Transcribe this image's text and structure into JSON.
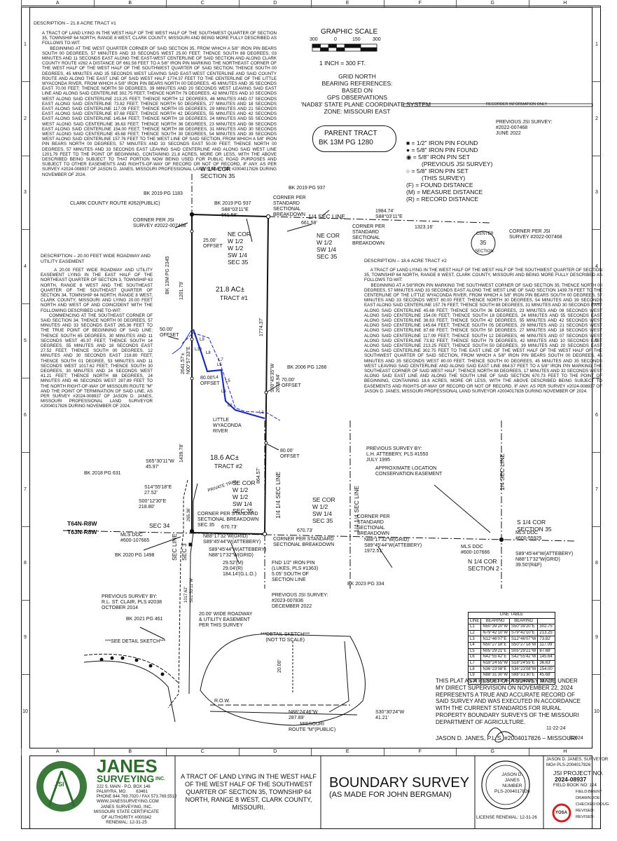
{
  "grid": {
    "cols": [
      "A",
      "B",
      "C",
      "D",
      "E",
      "F",
      "G",
      "H"
    ],
    "rows": [
      "1",
      "2",
      "3",
      "4",
      "5",
      "6",
      "7",
      "8",
      "9",
      "10"
    ]
  },
  "desc1": {
    "title": "DESCRIPTION – 21.8 ACRE TRACT #1",
    "body": "A TRACT OF LAND LYING IN THE WEST HALF OF THE WEST HALF OF THE SOUTHWEST QUARTER OF SECTION 35, TOWNSHIP 64 NORTH, RANGE 8 WEST, CLARK COUNTY, MISSOURI AND BEING MORE FULLY DESCRIBED AS FOLLOWS TO-WIT:\n     BEGINNING AT THE WEST QUARTER CORNER OF SAID SECTION 35, FROM WHICH A 5/8\" IRON PIN BEARS SOUTH 00 DEGREES, 57 MINUTES AND 33 SECONDS WEST 25.00 FEET; THENCE SOUTH 88 DEGREES, 03 MINUTES AND 11 SECONDS EAST ALONG THE EAST-WEST CENTERLINE OF SAID SECTION AND ALONG CLARK COUNTY ROUTE #262 A DISTANCE OF 661.58 FEET TO A 5/8\" IRON PIN MARKING THE NORTHEAST CORNER OF THE WEST HALF OF THE WEST HALF OF THE SOUTHWEST QUARTER OF SAID SECTION; THENCE SOUTH 00 DEGREES, 45 MINUTES AND 35 SECONDS WEST LEAVING SAID EAST-WEST CENTERLINE AND SAID COUNTY ROUTE AND ALONG THE EAST LINE OF SAID WEST HALF 1774.37 FEET TO THE CENTERLINE OF THE LITTLE WYACONDA RIVER, FROM WHICH A 5/8\" IRON PIN BEARS NORTH 00 DEGREES, 45 MINUTES AND 35 SECONDS EAST 70.00 FEET; THENCE NORTH 50 DEGREES, 39 MINUTES AND 20 SECONDS WEST LEAVING SAID EAST LINE AND ALONG SAID CENTERLINE 302.75 FEET; THENCE NORTH 79 DEGREES, 42 MINUTES AND 10 SECONDS WEST ALONG SAID CENTERLINE 213.25 FEET; THENCE NORTH 12 DEGREES, 46 MINUTES AND 07 SECONDS EAST ALONG SAID CENTERLINE 73.82 FEET; THENCE NORTH 50 DEGREES, 27 MINUTES AND 18 SECONDS EAST ALONG SAID CENTERLINE 117.09 FEET; THENCE NORTH 05 DEGREES, 29 MINUTES AND 21 SECONDS EAST ALONG SAID CENTERLINE 87.68 FEET; THENCE NORTH 42 DEGREES, 55 MINUTES AND 42 SECONDS EAST ALONG SAID CENTERLINE 145.64 FEET; THENCE NORTH 18 DEGREES, 24 MINUTES AND 55 SECONDS WEST ALONG SAID CENTERLINE 36.63 FEET; THENCE NORTH 36 DEGREES, 23 MINUTES AND 08 SECONDS EAST ALONG SAID CENTERLINE 154.00 FEET; THENCE NORTH 88 DEGREES, 31 MINUTES AND 30 SECONDS WEST ALONG SAID CENTERLINE 45.68 FEET; THENCE SOUTH 30 DEGREES, 54 MINUTES AND 39 SECONDS WEST ALONG SAID CENTERLINE 157.76 FEET TO THE WEST LINE OF SAID SECTION, FROM WHICH A 5/8\" IRON PIN BEARS NORTH 00 DEGREES, 57 MINUTES AND 33 SECONDS EAST 50.00 FEET; THENCE NORTH 00 DEGREES, 57 MINUTES AND 33 SECONDS EAST LEAVING SAID CENTERLINE AND ALONG SAID WEST LINE 1201.79 FEET TO THE POINT OF BEGINNING, CONTAINING 21.8 ACRES, MORE OR LESS, WITH THE ABOVE DESCRIBED BEING SUBJECT TO THAT PORTION NOW BEING USED FOR PUBLIC ROAD PURPOSES AND SUBJECT TO OTHER EASEMENTS AND RIGHTS-OF-WAY OF RECORD OR NOT OF RECORD, IF ANY. AS PER SURVEY #2024-008937 OF JASON D. JANES, MISSOURI PROFESSIONAL LAND SURVEYOR #2004017826 DURING NOVEMBER OF 2024."
  },
  "desc_road": {
    "title": "DESCRIPTION – 20.00 FEET WIDE ROADWAY AND UTILITY EASEMENT",
    "body": "     A 20.00 FEET WIDE ROADWAY AND UTILITY EASEMENT LYING IN THE EAST HALF OF THE NORTHEAST QUARTER OF SECTION 3, TOWNSHIP 63 NORTH, RANGE 8 WEST AND THE SOUTHEAST QUARTER OF THE SOUTHEAST QUARTER OF SECTION 34, TOWNSHIP 64 NORTH, RANGE 8 WEST, CLARK COUNTY, MISSOURI AND LYING 20.00 FEET NORTH AND WEST OF AND COINCIDENT WITH THE FOLLOWING DESCRIBED LINE TO-WIT:\n     COMMENCING AT THE SOUTHEAST CORNER OF SAID SECTION 34; THENCE NORTH 00 DEGREES, 57 MINUTES AND 33 SECONDS EAST 265.36 FEET TO THE TRUE POINT OF BEGINNING OF SAID LINE; THENCE SOUTH 65 DEGREES, 30 MINUTES AND 11 SECONDS WEST 45.97 FEET; THENCE SOUTH 14 DEGREES, 55 MINUTES AND 18 SECONDS EAST 27.52 FEET; THENCE SOUTH 00 DEGREES, 12 MINUTES AND 30 SECONDS EAST 218.80 FEET; THENCE SOUTH 01 DEGREE, 53 MINUTES AND 11 SECONDS WEST 1017.62 FEET; THENCE SOUTH 30 DEGREES, 30 MINUTES AND 24 SECONDS WEST 41.21 FEET; THENCE NORTH 88 DEGREES, 24 MINUTES AND 46 SECONDS WEST 287.89 FEET TO THE NORTH RIGHT-OF-WAY OF MISSOURI ROUTE \"M\" AND THE POINT OF TERMINATION OF SAID LINE, AS PER SURVEY #2024-008937 OF JASON D. JANES, MISSOURI PROFESSIONAL LAND SURVEYOR #2004017826 DURING NOVEMBER OF 2024."
  },
  "desc2": {
    "title": "DESCRIPTION – 18.6 ACRE TRACT #2",
    "body": "     A TRACT OF LAND LYING IN THE WEST HALF OF THE WEST HALF OF THE SOUTHWEST QUARTER OF SECTION 35, TOWNSHIP 64 NORTH, RANGE 8 WEST, CLARK COUNTY, MISSOURI AND BEING MORE FULLY DESCRIBED AS FOLLOWS TO-WIT:\n     BEGINNING AT A 5/8\"IRON PIN MARKING THE SOUTHWEST CORNER OF SAID SECTION 35; THENCE NORTH 00 DEGREES, 57 MINUTES AND 33 SECONDS EAST ALONG THE WEST LINE OF SAID SECTION 1439.78 FEET TO THE CENTERLINE OF THE LITTLE WYACONDA RIVER, FROM WHICH A 5/8\" IRON PIN BEARS SOUTH 00 DEGREES, 57 MINUTES AND 33 SECONDS WEST 80.00 FEET; THENCE NORTH 30 DEGREES, 54 MINUTES AND 39 SECONDS EAST ALONG SAID CENTERLINE 157.76 FEET; THENCE SOUTH 88 DEGREES, 31 MINUTES AND 30 SECONDS EAST ALONG SAID CENTERLINE 45.68 FEET; THENCE SOUTH 36 DEGREES, 23 MINUTES AND 08 SECONDS WEST ALONG SAID CENTERLINE 154.00 FEET; THENCE SOUTH 18 DEGREES, 24 MINUTES AND 55 SECONDS EAST ALONG SAID CENTERLINE 36.63 FEET; THENCE SOUTH 42 DEGREES, 55 MINUTES AND 42 SECONDS WEST ALONG SAID CENTERLINE 145.64 FEET; THENCE SOUTH 05 DEGREES, 29 MINUTES AND 21 SECONDS WEST ALONG SAID CENTERLINE 87.68 FEET; THENCE SOUTH 50 DEGREES, 27 MINUTES AND 18 SECONDS WEST ALONG SAID CENTERLINE 117.09 FEET; THENCE SOUTH 12 DEGREES, 46 MINUTES AND 07 SECONDS WEST ALONG SAID CENTERLINE 73.82 FEET; THENCE SOUTH 79 DEGREES, 42 MINUTES AND 10 SECONDS EAST ALONG SAID CENTERLINE 213.25 FEET; THENCE SOUTH 50 DEGREES, 39 MINUTES AND 20 SECONDS EAST ALONG SAID CENTERLINE 302.75 FEET TO THE EAST LINE OF THE WEST HALF OF THE WEST HALF OF THE SOUTHWEST QUARTER OF SAID SECTION, FROM WHICH A 5/8\" IRON PIN BEARS SOUTH 00 DEGREES, 45 MINUTES AND 35 SECONDS WEST 80.00 FEET; THENCE SOUTH 00 DEGREES, 45 MINUTES AND 35 SECONDS WEST LEAVING SAID CENTERLINE AND ALONG SAID EAST LINE 864.57 FEET TO A 5/8\" IRON PIN MARKING THE SOUTHEAST CORNER OF SAID WEST HALF; THENCE NORTH 88 DEGREES, 17 MINUTES AND 32 SECONDS WEST ALONG SAID EAST LINE AND ALONG THE SOUTH LINE OF SAID SECTION 670.73 FEET TO THE POINT OF BEGINNING, CONTAINING 18.6 ACRES, MORE OR LESS, WITH THE ABOVE DESCRIBED BEING SUBJECT TO EASEMENTS AND RIGHTS-OF-WAY OF RECORD OR NOT OF RECORD, IF ANY. AS PER SURVEY #2024-008937 OF JASON D. JANES, MISSOURI PROFESSIONAL LAND SURVEYOR #2004017826 DURING NOVEMBER OF 2024."
  },
  "scale": {
    "title": "GRAPHIC SCALE",
    "ticks": [
      "300",
      "0",
      "150",
      "300"
    ],
    "note": "1 INCH = 300 FT."
  },
  "bearing_ref": "GRID NORTH\nBEARING REFERENCES:\nBASED ON\nGPS OBSERVATIONS\n'NAD83' STATE PLANE COORDINATE SYSTEM\nZONE: MISSOURI EAST",
  "recorder": "RECORDER INFORMATION ONLY",
  "prev_survey_top": "PREVIOUS JSI SURVEY:\n#2022-007468\nJUNE 2022",
  "parent_tract": {
    "line1": "PARENT TRACT",
    "line2": "BK 13M PG 1280"
  },
  "legend": [
    {
      "sym": "■ =",
      "text": "1/2\" IRON PIN FOUND"
    },
    {
      "sym": "● =",
      "text": "5/8\" IRON PIN FOUND"
    },
    {
      "sym": "◉ =",
      "text": "5/8\" IRON PIN SET"
    },
    {
      "sym": "",
      "text": "(PREVIOUS JSI SURVEY)"
    },
    {
      "sym": "○ =",
      "text": "5/8\" IRON PIN SET"
    },
    {
      "sym": "",
      "text": "(THIS SURVEY)"
    },
    {
      "sym": "(F) =",
      "text": "FOUND DISTANCE"
    },
    {
      "sym": "(M) =",
      "text": "MEASURE DISTANCE"
    },
    {
      "sym": "(R) =",
      "text": "RECORD DISTANCE"
    }
  ],
  "labels": {
    "w14_cor": "W 1/4 COR\nSECTION 35",
    "bk2019_1183": "BK 2019 PG 1183",
    "bk2019_937a": "BK 2019 PG 937",
    "bk2019_937b": "BK 2019 PG 937",
    "route262": "CLARK COUNTY ROUTE #262(PUBLIC)",
    "top_bearing": "S88°03'11\"E\n661.58'",
    "corner_jsi": "CORNER PER JSI\nSURVEY #2022-007468",
    "corner_std_top": "CORNER PER\nSTANDARD\nSECTIONAL\nBREAKDOWN",
    "sec_line_14": "1/4 SEC LINE",
    "len_66158": "661.58'",
    "len_198474": "1984.74'\nS88°03'11\"E",
    "len_132316": "1323.16'",
    "corner_std2": "CORNER PER\nSTANDARD\nSECTIONAL\nBREAKDOWN",
    "ne_cor_l": "NE COR\nW 1/2\nW 1/2\nSW 1/4\nSEC 35",
    "ne_cor_r": "NE COR\nW 1/2\nSW 1/4\nSEC 35",
    "offset25": "25.00'\nOFFSET",
    "center_a": "CENTER",
    "center_num": "35",
    "center_b": "SECTION",
    "corner_jsi_r": "CORNER PER JSI\nSURVEY #2022-007468",
    "bk13m": "BK 13M PG 2345",
    "len_120179": "1201.79'",
    "tract1_acres": "21.8 AC±",
    "tract1_name": "TRACT #1",
    "len_177437": "1774.37'",
    "offset50": "50.00'\nOFFSET",
    "bearing_w": "2641.57'±\nN00°57'33\"E",
    "offset80a": "80.00'\nOFFSET",
    "bearing_e": "S00°45'35\"W\n2638.94'",
    "bk2006": "BK 2006 PG 1266",
    "offset70": "70.00'\nOFFSET",
    "river": "LITTLE\nWYACONDA\nRIVER",
    "offset80b": "80.00'\nOFFSET",
    "len_143978": "1439.78'",
    "tract2_acres": "18.6 AC±",
    "tract2_name": "TRACT #2",
    "len_86457": "864.57'",
    "sec_line_mid": "1/4 1/4 SEC LINE",
    "sec_line_mid2": "1/4 1/4 SEC LINE",
    "prev_attebery": "PREVIOUS SURVEY BY:\nL.H. ATTEBERY, PLS #1550\nJULY 1995",
    "consv": "APPROXIMATE LOCATION\nCONSERVATION EASEMENT",
    "sec_line_r": "1/4 SEC LINE",
    "s14_cor": "S 1/4 COR\nSECTION 35",
    "s65": "S65°30'11\"W\n45.97'",
    "bk2018": "BK 2018 PG 631",
    "s14": "S14°55'18\"E\n27.52'",
    "s00": "S00°12'30\"E\n218.80'",
    "private_trail": "PRIVATE TRAIL",
    "len_26536": "265.36'",
    "se_cor_l": "SE COR\nW 1/2\nW 1/2\nSW 1/4\nSEC 35",
    "se_cor_r": "SE COR\nW 1/2\nSW 1/4\nSEC 35",
    "corner_std3": "CORNER PER STANDARD\nSECTIONAL BREAKDOWN\nSEC 35",
    "corner_std4": "CORNER PER\nSTANDARD\nSECTIONAL\nBREAKDOWN",
    "t64": "T64N-R8W",
    "t63": "T63N-R8W",
    "sec34": "SEC 34",
    "len_67073a": "670.73'",
    "len_67073b": "670.73'",
    "corner_std5": "CORNER PER STANDARD\nSECTIONAL BREAKDOWN",
    "s_grid": "N88°17'32\"W(GRID)\nS89°45'44\"W(ATTEBERY)",
    "s_grid2": "N88°17'32\"W(GRID)\nS89°45'44\"W(ATTEBERY)\n1972.51'",
    "mls_l": "MLS DOC\n#600-107665",
    "mls_r": "MLS DOC\n#600-55925",
    "mls_r2": "MLS DOC\n#600-107666",
    "n14_cor": "N 1/4 COR\nSECTION 2",
    "sec3": "SEC 3",
    "bk2020": "BK 2020 PG 1498",
    "s_grid3": "S89°45'44\"W(ATTEBERY)\nN88°17'32\"W(GRID)",
    "len_2952": "29.52'(M)\n29.04'(R)\n184.14'(G.L.O.)",
    "fnd_pin": "FND 1/2\" IRON PIN\n(LUKES, PLS #1363)\n5.05' SOUTH OF\nSECTION LINE",
    "s_grid4": "S89°45'44\"W(ATTEBERY)\nN88°17'32\"W(GRID)\n39.50'(R&F)",
    "len_101762": "1017.62'\nS01°53'11\"W",
    "prev_stclair": "PREVIOUS SURVEY BY:\nR.L. ST. CLAIR, PLS #2038\nOCTOBER 2014",
    "bk2021": "BK 2021 PG 461",
    "road_ease": "20.00' WIDE ROADWAY\n& UTILITY EASEMENT\nPER THIS SURVEY",
    "prev_jsi2": "PREVIOUS JSI SURVEY:\n#2023-007836\nDECEMBER 2022",
    "bk2023": "BK 2023 PG 334",
    "see_detail": "***SEE DETAIL SKETCH***",
    "detail_sketch": "***DETAIL SKETCH***\n(NOT TO SCALE)",
    "len_2000": "20.00'",
    "row": "R.O.W.",
    "sec_line_bot": "SEC LINE",
    "n88": "N88°24'46\"W\n287.89'",
    "s30": "S30°30'24\"W\n41.21'",
    "route_m": "MISSOURI\nROUTE \"M\"(PUBLIC)"
  },
  "line_table": {
    "title": "LINE TABLE",
    "headers": [
      "LINE",
      "BEARING",
      "BEARING"
    ],
    "rows": [
      [
        "L1",
        "N50°39'20\"W",
        "S50°39'20\"E",
        "302.75'"
      ],
      [
        "L2",
        "N79°42'10\"W",
        "S79°42'10\"E",
        "213.25'"
      ],
      [
        "L3",
        "N12°46'07\"E",
        "S12°46'07\"W",
        "73.82'"
      ],
      [
        "L4",
        "N50°27'18\"E",
        "S50°27'18\"W",
        "117.09'"
      ],
      [
        "L5",
        "N05°29'21\"E",
        "S05°29'21\"W",
        "87.68'"
      ],
      [
        "L6",
        "N42°55'42\"E",
        "S42°55'42\"W",
        "145.64'"
      ],
      [
        "L7",
        "N18°24'55\"W",
        "S18°24'55\"E",
        "36.63'"
      ],
      [
        "L8",
        "N36°23'08\"E",
        "S36°23'08\"W",
        "154.00'"
      ],
      [
        "L9",
        "N88°31'30\"W",
        "S88°31'30\"E",
        "45.68'"
      ],
      [
        "L10",
        "S30°54'39\"W",
        "N30°54'39\"E",
        "157.76'"
      ]
    ]
  },
  "certification": "THIS PLAT AS A RESULT OF A SURVEY MADE UNDER MY DIRECT SUPERVISION ON NOVEMBER 22, 2024 REPRESENTS A TRUE AND ACCURATE RECORD OF SAID SURVEY AND WAS EXECUTED IN ACCORDANCE WITH THE CURRENT STANDARDS FOR RURAL PROPERTY BOUNDARY SURVEYS OF THE MISSOURI DEPARTMENT OF AGRICULTURE.",
  "sign_date": "11-22-24",
  "surveyor_sig": "JASON D. JANES, P.L.S. #2004017826 – MISSOURI",
  "copyright": "©2024",
  "title_block": {
    "company": "JANES",
    "company2": "SURVEYING",
    "inc": "INC.",
    "address": "222 S. MAIN - P.O. BOX 146\nPALMYRA, MO.        63461\nPHONE 844.769.7020 / FAX 573.769.5512\nWWW.JANESSURVEYING.COM",
    "cert": "JANES SURVEYING, INC.\nMISSOURI STATE CERTIFICATE\nOF AUTHORITY #000342\nRENEWAL: 12-31-25",
    "logo_text": "JSI",
    "tract_desc": "A TRACT OF LAND LYING IN THE WEST HALF OF THE WEST HALF OF THE SOUTHWEST QUARTER OF SECTION 35, TOWNSHIP 64 NORTH, RANGE 8 WEST, CLARK COUNTY, MISSOURI.",
    "main_title": "BOUNDARY SURVEY",
    "sub_title": "(AS MADE FOR JOHN BERGMAN)",
    "seal": "JASON D.\nJANES\nNUMBER\nPLS-2004017826",
    "license": "LICENSE RENEWAL: 12-31-26",
    "surveyor_hdr": "JASON D. JANES, SURVEYOR\nMO# PLS-2004017826",
    "project_label": "JSI PROJECT NO.",
    "project_no": "2024-08937",
    "field_book": "FIELD BOOK NO: 124",
    "field": "FIELD:BRENT",
    "drawn": "DRAWN:JOE",
    "checked": "CHECKED:DOUG",
    "revised1": "REVISED:",
    "revised2": "REVISED:",
    "yosa": "YOSA"
  },
  "colors": {
    "ink": "#111111",
    "river": "#1d2bb0",
    "logo_green": "#2e6b2e"
  }
}
